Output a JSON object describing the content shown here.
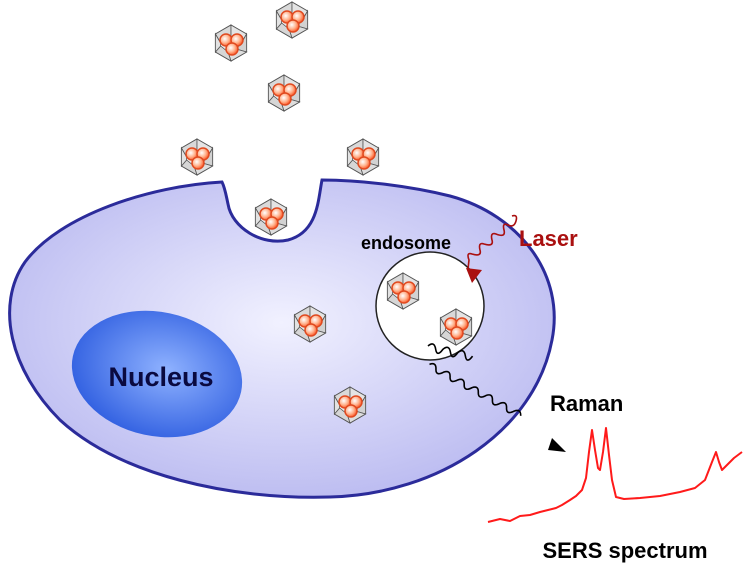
{
  "labels": {
    "nucleus": "Nucleus",
    "endosome": "endosome",
    "laser": "Laser",
    "raman": "Raman",
    "spectrum": "SERS spectrum"
  },
  "colors": {
    "cell_fill": "#c9c9f5",
    "cell_stroke": "#2b2b9a",
    "nucleus_fill": "#3f6ee8",
    "laser": "#aa1010",
    "raman": "#000000",
    "spectrum": "#ff1a1a",
    "hexagon_fill": "#d9d9d9",
    "particle": "#ff7a4a"
  },
  "icons": {
    "nanoparticle": "hexagon-cluster-icon"
  }
}
